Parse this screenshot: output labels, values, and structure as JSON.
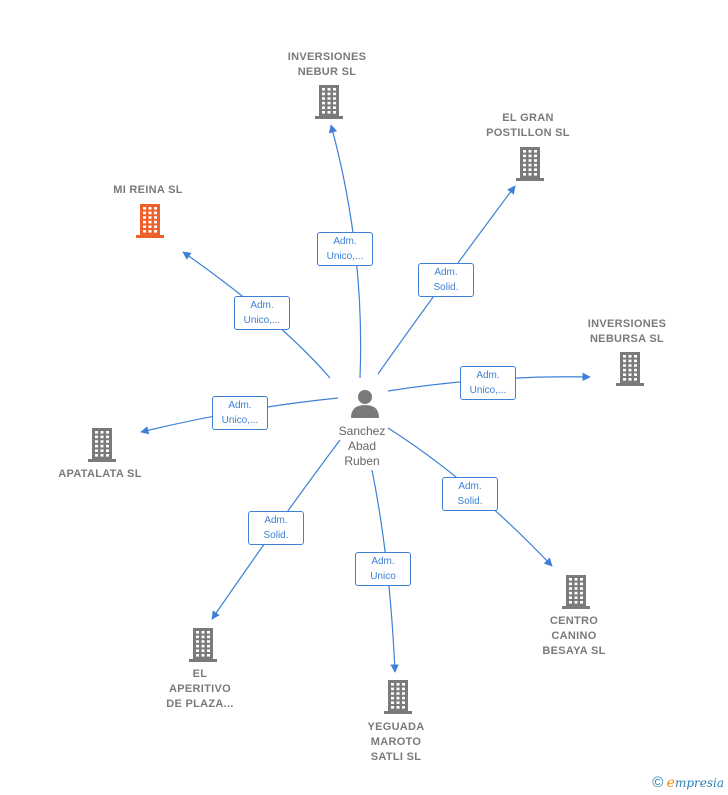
{
  "center": {
    "name": "Sanchez\nAbad\nRuben"
  },
  "companies": [
    {
      "id": "mi-reina",
      "name": "MI REINA  SL",
      "highlight": true
    },
    {
      "id": "inversiones-nebur",
      "name": "INVERSIONES\nNEBUR SL",
      "highlight": false
    },
    {
      "id": "el-gran-postillon",
      "name": "EL GRAN\nPOSTILLON  SL",
      "highlight": false
    },
    {
      "id": "inversiones-nebursa",
      "name": "INVERSIONES\nNEBURSA  SL",
      "highlight": false
    },
    {
      "id": "apatalata",
      "name": "APATALATA  SL",
      "highlight": false
    },
    {
      "id": "el-aperitivo",
      "name": "EL\nAPERITIVO\nDE PLAZA...",
      "highlight": false
    },
    {
      "id": "yeguada-maroto",
      "name": "YEGUADA\nMAROTO\nSATLI SL",
      "highlight": false
    },
    {
      "id": "centro-canino",
      "name": "CENTRO\nCANINO\nBESAYA SL",
      "highlight": false
    }
  ],
  "relations": [
    {
      "to": "mi-reina",
      "label": "Adm.\nUnico,..."
    },
    {
      "to": "inversiones-nebur",
      "label": "Adm.\nUnico,..."
    },
    {
      "to": "el-gran-postillon",
      "label": "Adm.\nSolid."
    },
    {
      "to": "inversiones-nebursa",
      "label": "Adm.\nUnico,..."
    },
    {
      "to": "apatalata",
      "label": "Adm.\nUnico,..."
    },
    {
      "to": "el-aperitivo",
      "label": "Adm.\nSolid."
    },
    {
      "to": "yeguada-maroto",
      "label": "Adm.\nUnico"
    },
    {
      "to": "centro-canino",
      "label": "Adm.\nSolid."
    }
  ],
  "colors": {
    "edge": "#3d80d6",
    "building": "#7a7a7a",
    "highlight": "#f0602a",
    "person": "#7a7a7a"
  },
  "icons": {
    "company": "building-icon",
    "person": "person-icon",
    "copyright": "copyright-icon"
  },
  "brand": {
    "symbol": "©",
    "e": "e",
    "rest": "mpresia"
  }
}
